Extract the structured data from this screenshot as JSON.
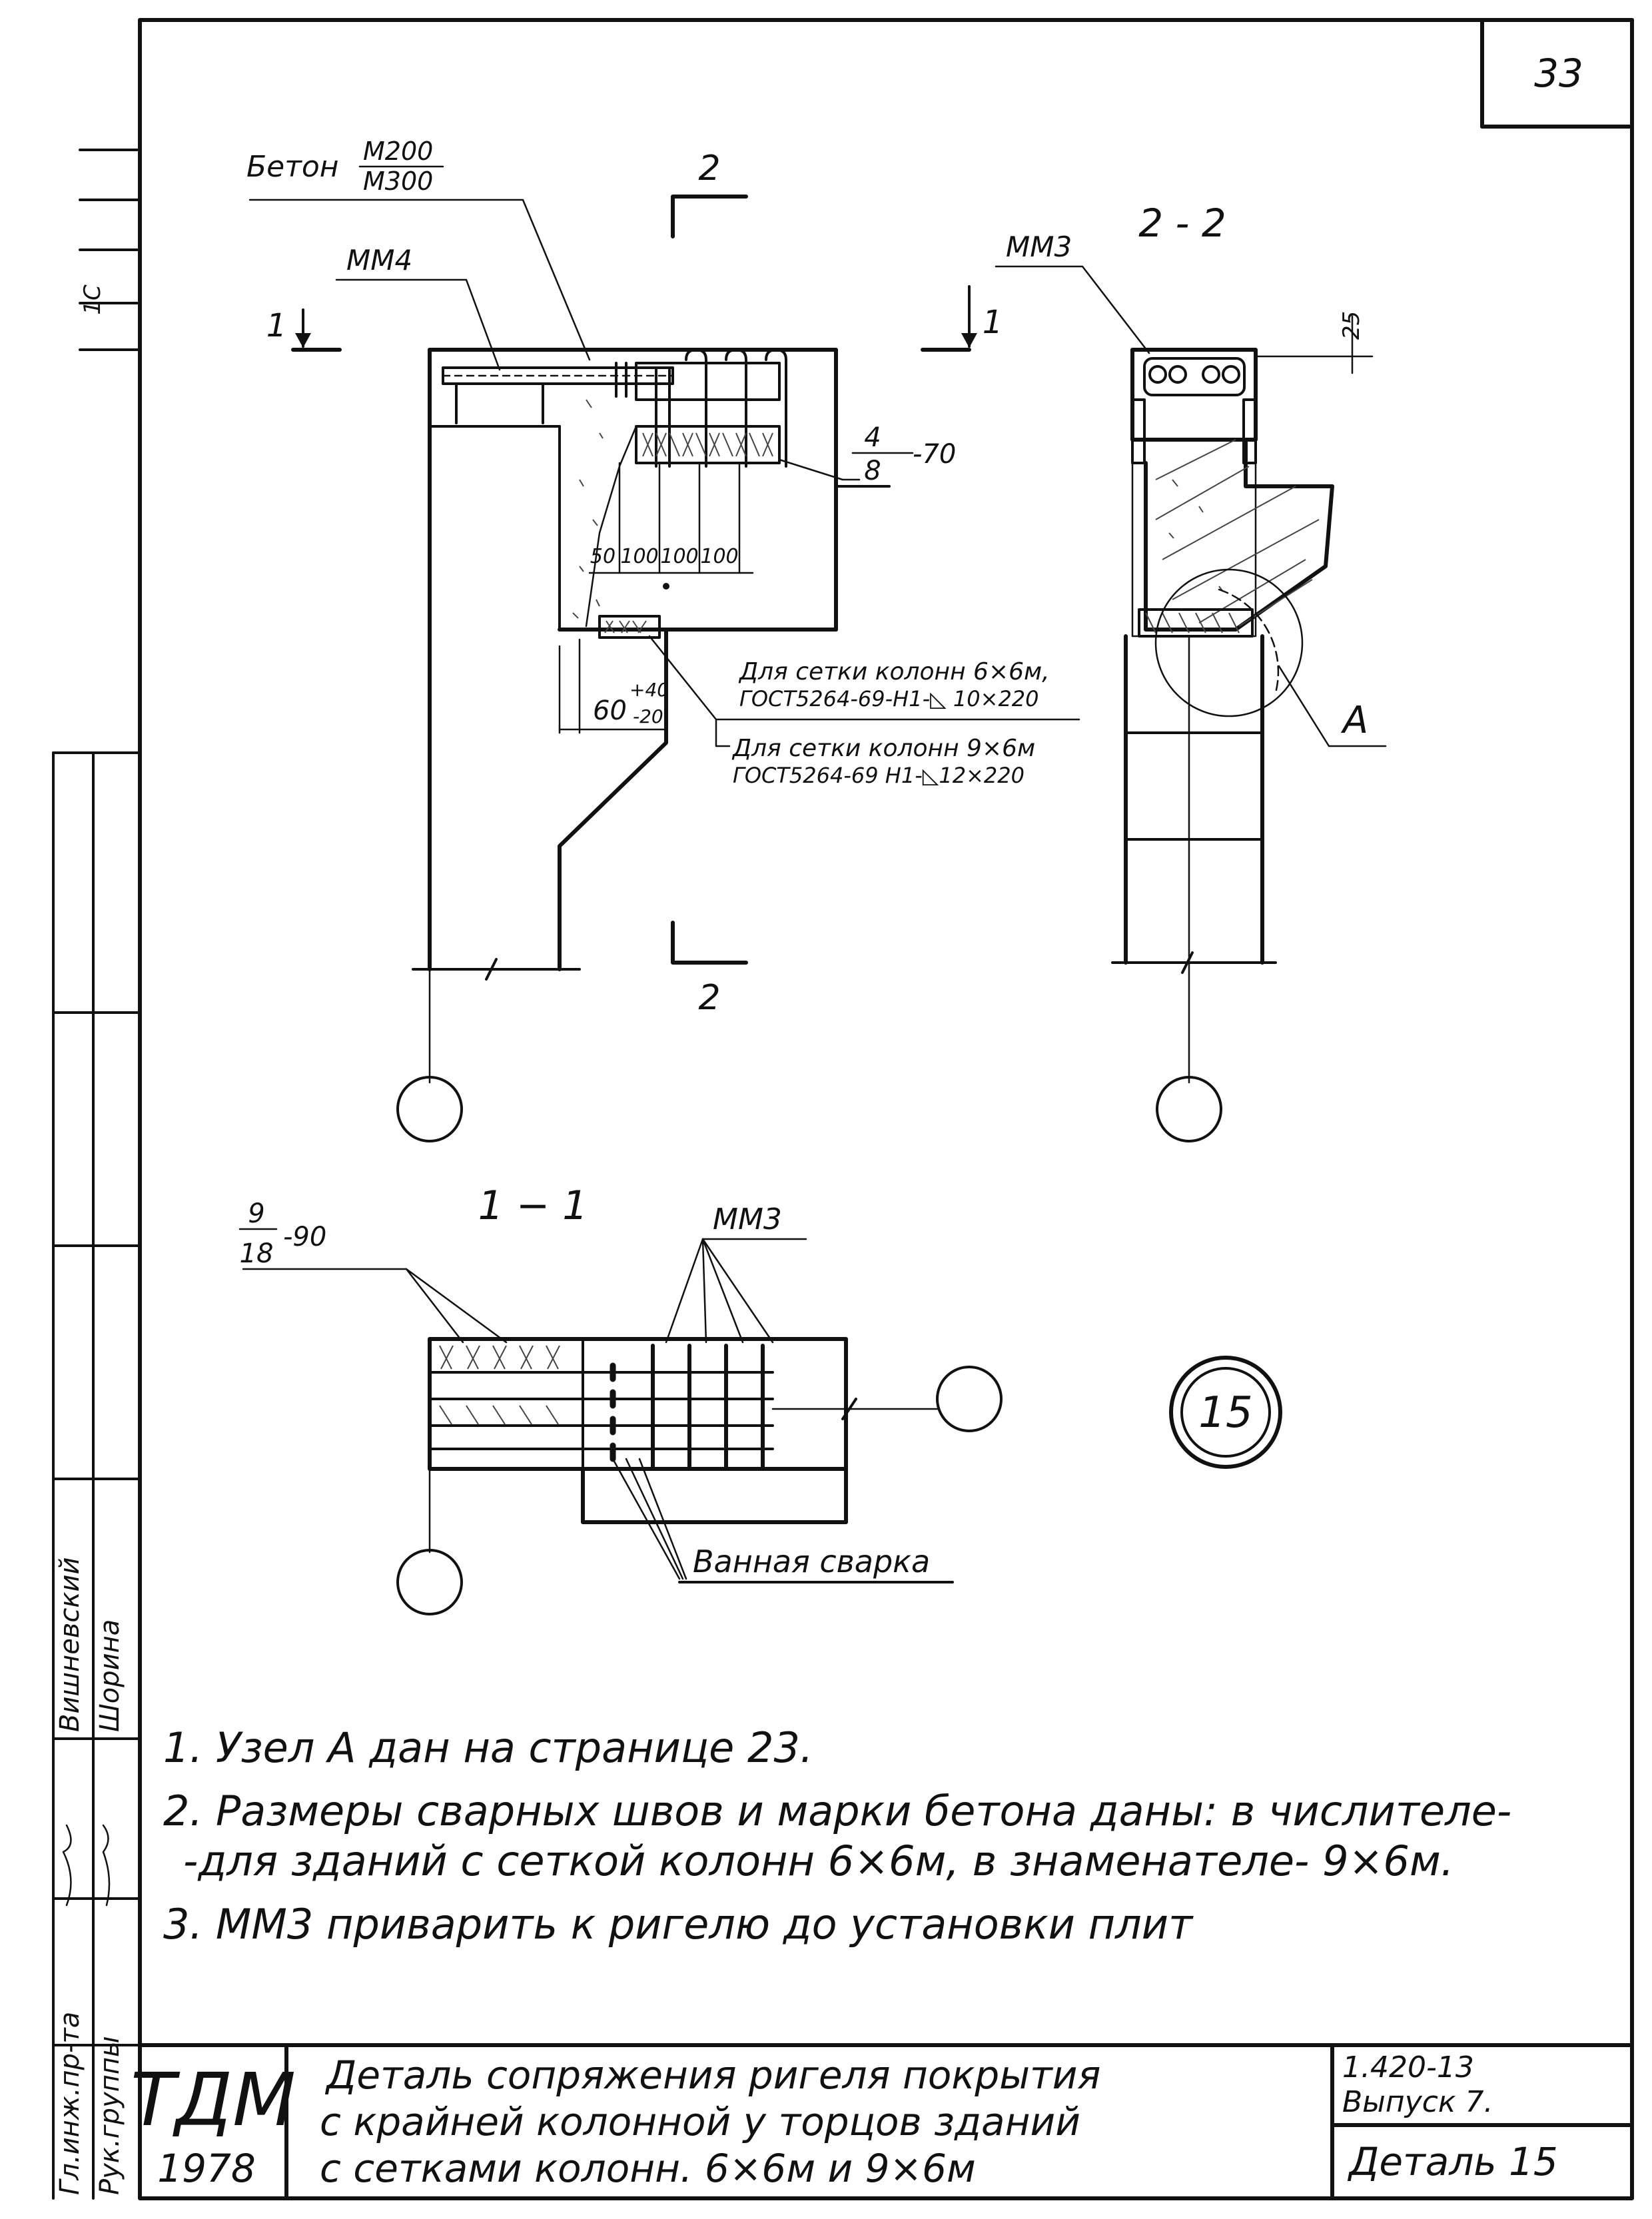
{
  "sheet": {
    "page_number": "33",
    "detail_circle": "15"
  },
  "section_marks": {
    "cut2_top": "2",
    "cut2_bottom": "2",
    "cut1_left": "1",
    "cut1_right": "1",
    "view22_title": "2 - 2",
    "view11_title": "1 − 1"
  },
  "labels": {
    "concrete_word": "Бетон",
    "concrete_num": "М200",
    "concrete_den": "М300",
    "mm4": "ММ4",
    "mm3_view22": "ММ3",
    "mm3_view11": "ММ3",
    "weld_top_num": "4",
    "weld_top_den": "8",
    "weld_top_len": "-70",
    "weld_11_num": "9",
    "weld_11_den": "18",
    "weld_11_len": "-90",
    "dim_50": "50",
    "dim_100a": "100",
    "dim_100b": "100",
    "dim_100c": "100",
    "dim_60": "60",
    "dim_plus40": "+40",
    "dim_minus20": "-20",
    "dim_25": "25",
    "grid_6_line1": "Для сетки колонн 6×6м,",
    "grid_6_line2": "ГОСТ5264-69-Н1-◺ 10×220",
    "grid_9_line1": "Для сетки колонн 9×6м",
    "grid_9_line2": "ГОСТ5264-69 Н1-◺12×220",
    "node_a": "А",
    "bath_weld": "Ванная сварка"
  },
  "notes": [
    "1. Узел А дан на странице 23.",
    "2. Размеры сварных швов и марки бетона даны: в числителе-",
    "-для зданий с сеткой колонн 6×6м, в знаменателе- 9×6м.",
    "3. ММ3 приварить к ригелю до установки плит"
  ],
  "title_block": {
    "logo": "ТДМ",
    "year": "1978",
    "title_line1": "Деталь сопряжения ригеля покрытия",
    "title_line2": "с крайней колонной у торцов зданий",
    "title_line3": "с сетками колонн. 6×6м и 9×6м",
    "series": "1.420-13",
    "issue": "Выпуск 7.",
    "detail": "Деталь 15"
  },
  "left_strip": {
    "role_1": "Гл.инж.пр-та",
    "role_2": "Рук.группы",
    "name_1": "Вишневский",
    "name_2": "Шорина",
    "mark": "1С"
  }
}
